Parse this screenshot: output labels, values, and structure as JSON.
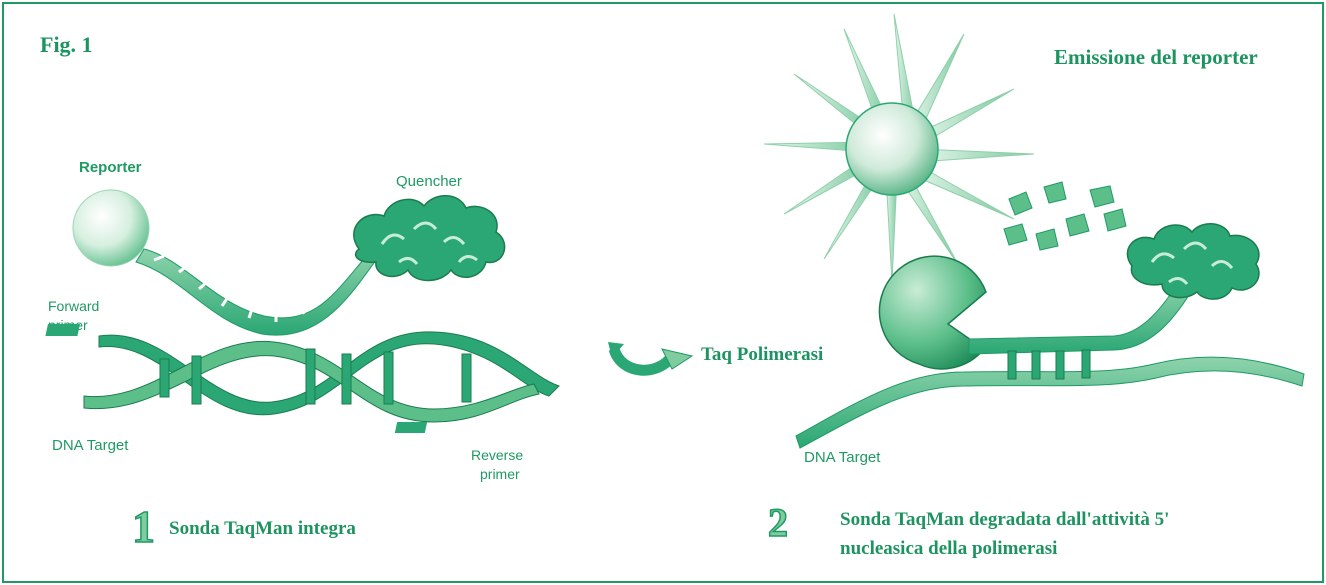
{
  "figure_label": "Fig. 1",
  "panel1": {
    "number": "1",
    "caption": "Sonda TaqMan integra",
    "reporter_label": "Reporter",
    "quencher_label": "Quencher",
    "forward_primer_line1": "Forward",
    "forward_primer_line2": "primer",
    "reverse_primer_line1": "Reverse",
    "reverse_primer_line2": "primer",
    "dna_target_label": "DNA Target"
  },
  "middle": {
    "polymerase_label": "Taq Polimerasi"
  },
  "panel2": {
    "number": "2",
    "emission_label": "Emissione del reporter",
    "dna_target_label": "DNA Target",
    "caption_line1": "Sonda TaqMan degradata dall'attività 5'",
    "caption_line2": "nucleasica della polimerasi"
  },
  "colors": {
    "border": "#1f9a64",
    "text": "#1d9460",
    "dna_green": "#2aa774",
    "light_green": "#bfe6cf",
    "pale": "#e8f6ee"
  },
  "icons": [
    "reporter-sphere-icon",
    "quencher-cloud-icon",
    "sun-rays-icon",
    "polymerase-pacman-icon",
    "cycle-arrow-icon",
    "probe-fragment-icon"
  ]
}
